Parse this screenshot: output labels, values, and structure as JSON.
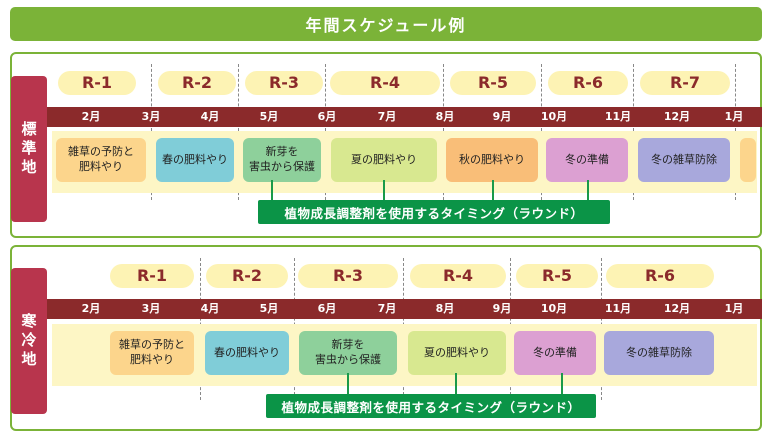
{
  "title": "年間スケジュール例",
  "colors": {
    "title_bar": "#7bb338",
    "side_label": "#b8354d",
    "month_bar": "#8b2a2b",
    "round_pill": "#fdf3b4",
    "lane": "#fdf6c5",
    "timing_bar": "#0b9447",
    "task_weed": "#fcd58c",
    "task_spring": "#80cdd8",
    "task_pest": "#8ed09b",
    "task_summer": "#d8e890",
    "task_autumn": "#f9be78",
    "task_winter_prep": "#dca0d2",
    "task_winter_weed": "#a8a8dc"
  },
  "sections": [
    {
      "label": "標準地",
      "months": [
        "2月",
        "3月",
        "4月",
        "5月",
        "6月",
        "7月",
        "8月",
        "9月",
        "10月",
        "11月",
        "12月",
        "1月"
      ],
      "rounds": [
        "R-1",
        "R-2",
        "R-3",
        "R-4",
        "R-5",
        "R-6",
        "R-7"
      ],
      "tasks": [
        "雑草の予防と\n肥料やり",
        "春の肥料やり",
        "新芽を\n害虫から保護",
        "夏の肥料やり",
        "秋の肥料やり",
        "冬の準備",
        "冬の雑草防除"
      ],
      "timing": "植物成長調整剤を使用するタイミング（ラウンド）"
    },
    {
      "label": "寒冷地",
      "months": [
        "2月",
        "3月",
        "4月",
        "5月",
        "6月",
        "7月",
        "8月",
        "9月",
        "10月",
        "11月",
        "12月",
        "1月"
      ],
      "rounds": [
        "R-1",
        "R-2",
        "R-3",
        "R-4",
        "R-5",
        "R-6"
      ],
      "tasks": [
        "雑草の予防と\n肥料やり",
        "春の肥料やり",
        "新芽を\n害虫から保護",
        "夏の肥料やり",
        "冬の準備",
        "冬の雑草防除"
      ],
      "timing": "植物成長調整剤を使用するタイミング（ラウンド）"
    }
  ]
}
